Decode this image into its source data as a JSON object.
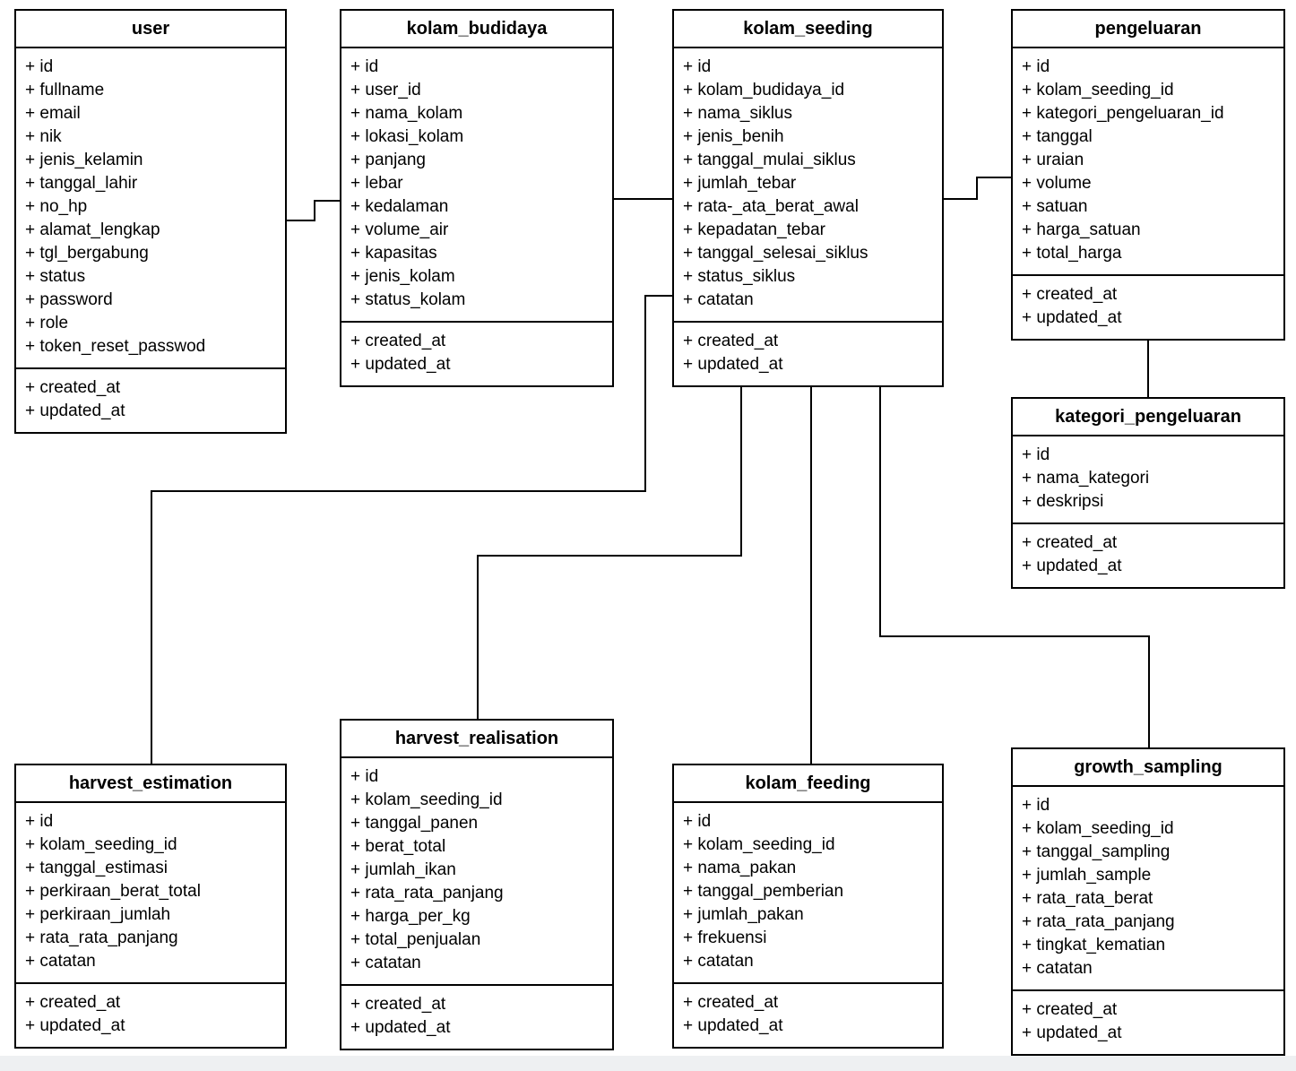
{
  "page": {
    "background_color": "#ffffff",
    "bottom_strip_color": "#eef0f2"
  },
  "diagram": {
    "field_prefix": "+",
    "line_color": "#000000",
    "entities": [
      {
        "title": "user",
        "fields": [
          "id",
          "fullname",
          "email",
          "nik",
          "jenis_kelamin",
          "tanggal_lahir",
          "no_hp",
          "alamat_lengkap",
          "tgl_bergabung",
          "status",
          "password",
          "role",
          "token_reset_passwod"
        ],
        "audit_fields": [
          "created_at",
          "updated_at"
        ]
      },
      {
        "title": "kolam_budidaya",
        "fields": [
          "id",
          "user_id",
          "nama_kolam",
          "lokasi_kolam",
          "panjang",
          "lebar",
          "kedalaman",
          "volume_air",
          "kapasitas",
          "jenis_kolam",
          "status_kolam"
        ],
        "audit_fields": [
          "created_at",
          "updated_at"
        ]
      },
      {
        "title": "kolam_seeding",
        "fields": [
          "id",
          "kolam_budidaya_id",
          "nama_siklus",
          "jenis_benih",
          "tanggal_mulai_siklus",
          "jumlah_tebar",
          "rata-_ata_berat_awal",
          "kepadatan_tebar",
          "tanggal_selesai_siklus",
          "status_siklus",
          "catatan"
        ],
        "audit_fields": [
          "created_at",
          "updated_at"
        ]
      },
      {
        "title": "pengeluaran",
        "fields": [
          "id",
          "kolam_seeding_id",
          "kategori_pengeluaran_id",
          "tanggal",
          "uraian",
          "volume",
          "satuan",
          "harga_satuan",
          "total_harga"
        ],
        "audit_fields": [
          "created_at",
          "updated_at"
        ]
      },
      {
        "title": "kategori_pengeluaran",
        "fields": [
          "id",
          "nama_kategori",
          "deskripsi"
        ],
        "audit_fields": [
          "created_at",
          "updated_at"
        ]
      },
      {
        "title": "harvest_estimation",
        "fields": [
          "id",
          "kolam_seeding_id",
          "tanggal_estimasi",
          "perkiraan_berat_total",
          "perkiraan_jumlah",
          "rata_rata_panjang",
          "catatan"
        ],
        "audit_fields": [
          "created_at",
          "updated_at"
        ]
      },
      {
        "title": "harvest_realisation",
        "fields": [
          "id",
          "kolam_seeding_id",
          "tanggal_panen",
          "berat_total",
          "jumlah_ikan",
          "rata_rata_panjang",
          "harga_per_kg",
          "total_penjualan",
          "catatan"
        ],
        "audit_fields": [
          "created_at",
          "updated_at"
        ]
      },
      {
        "title": "kolam_feeding",
        "fields": [
          "id",
          "kolam_seeding_id",
          "nama_pakan",
          "tanggal_pemberian",
          "jumlah_pakan",
          "frekuensi",
          "catatan"
        ],
        "audit_fields": [
          "created_at",
          "updated_at"
        ]
      },
      {
        "title": "growth_sampling",
        "fields": [
          "id",
          "kolam_seeding_id",
          "tanggal_sampling",
          "jumlah_sample",
          "rata_rata_berat",
          "rata_rata_panjang",
          "tingkat_kematian",
          "catatan"
        ],
        "audit_fields": [
          "created_at",
          "updated_at"
        ]
      }
    ],
    "relationships": [
      {
        "from": "user",
        "to": "kolam_budidaya"
      },
      {
        "from": "kolam_budidaya",
        "to": "kolam_seeding"
      },
      {
        "from": "kolam_seeding",
        "to": "pengeluaran"
      },
      {
        "from": "pengeluaran",
        "to": "kategori_pengeluaran"
      },
      {
        "from": "kolam_seeding",
        "to": "harvest_estimation"
      },
      {
        "from": "kolam_seeding",
        "to": "harvest_realisation"
      },
      {
        "from": "kolam_seeding",
        "to": "kolam_feeding"
      },
      {
        "from": "kolam_seeding",
        "to": "growth_sampling"
      }
    ]
  }
}
